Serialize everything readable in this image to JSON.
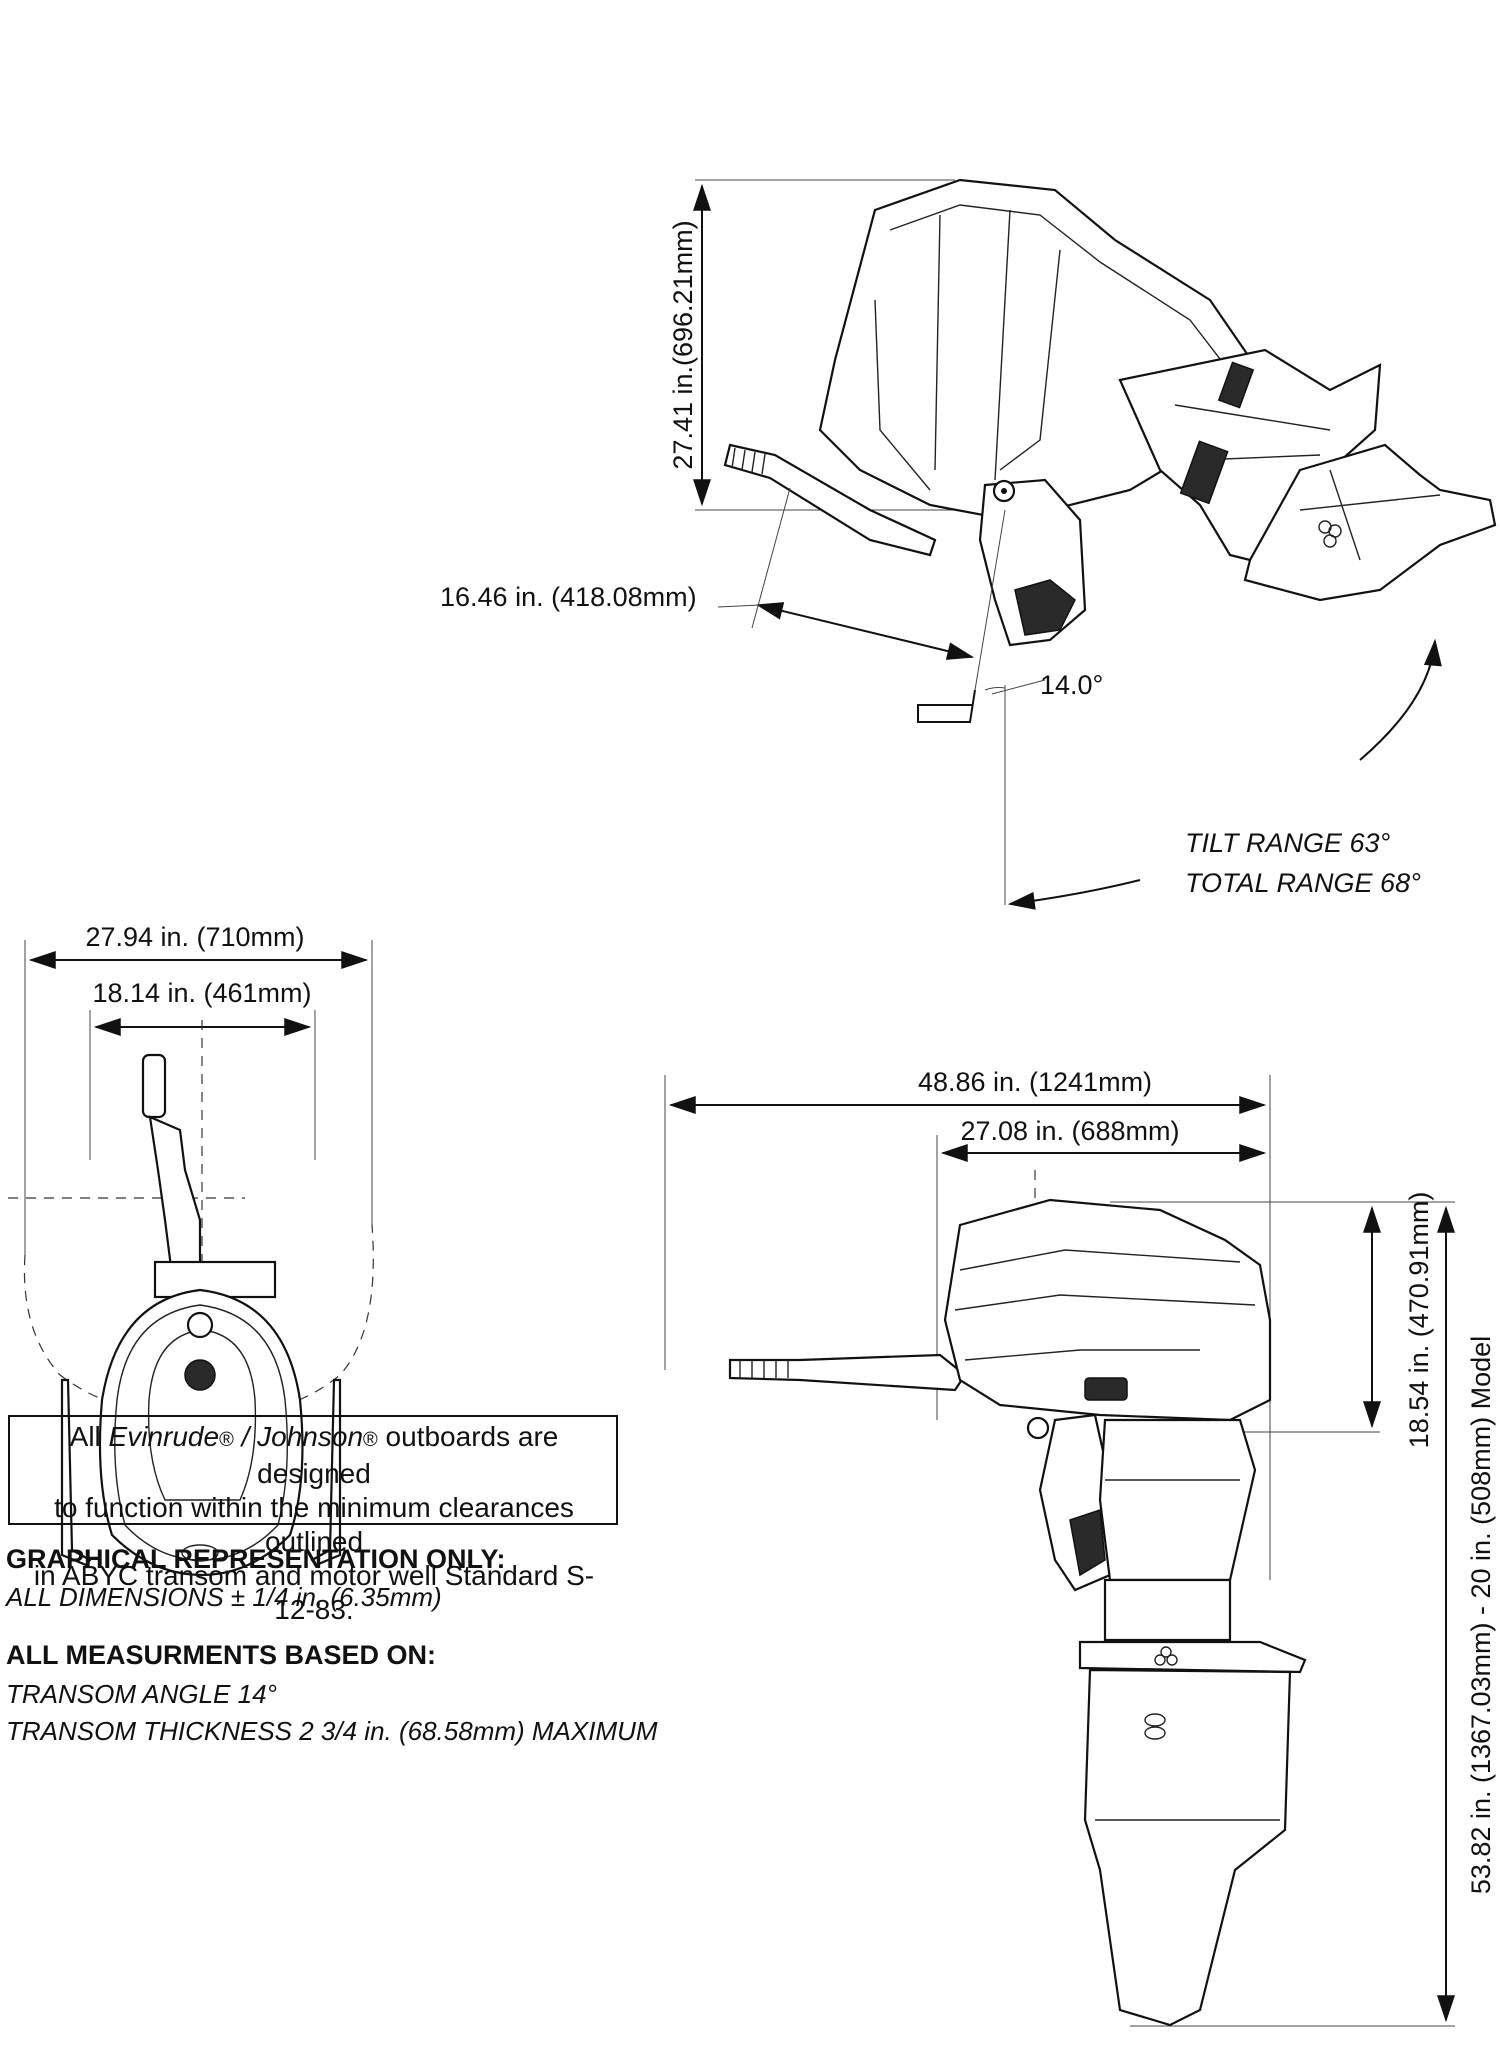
{
  "side_tilt_view": {
    "height_dim": "27.41 in.(696.21mm)",
    "reach_dim": "16.46 in. (418.08mm)",
    "transom_angle": "14.0°",
    "tilt_range": "TILT RANGE 63°",
    "total_range": "TOTAL RANGE 68°"
  },
  "top_view": {
    "overall_width": "27.94 in. (710mm)",
    "inner_width": "18.14 in. (461mm)"
  },
  "side_view": {
    "overall_length": "48.86 in. (1241mm)",
    "forward_length": "27.08 in. (688mm)",
    "powerhead_height": "18.54 in. (470.91mm)",
    "overall_height": "53.82 in. (1367.03mm) - 20 in. (508mm) Model"
  },
  "notice": {
    "line1_pre": "All ",
    "brand1": "Evinrude",
    "reg1": "®",
    "slash": " / ",
    "brand2": "Johnson",
    "reg2": "®",
    "line1_post": " outboards are designed",
    "line2": "to function within the minimum clearances outlined",
    "line3": "in ABYC transom and motor well Standard S-12-83."
  },
  "notes": {
    "graphical_heading": "GRAPHICAL REPRESENTATION ONLY:",
    "dimensions_tolerance": "ALL DIMENSIONS ± 1/4 in. (6.35mm)",
    "measurements_heading": "ALL MEASURMENTS BASED ON:",
    "transom_angle": "TRANSOM ANGLE 14°",
    "transom_thickness": "TRANSOM THICKNESS 2 3/4 in. (68.58mm) MAXIMUM"
  }
}
